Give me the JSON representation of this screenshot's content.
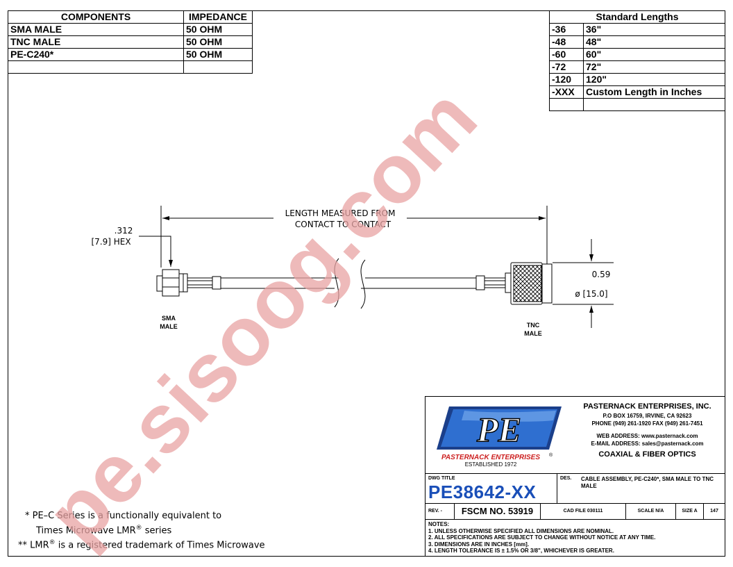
{
  "components_table": {
    "headers": [
      "COMPONENTS",
      "IMPEDANCE"
    ],
    "rows": [
      [
        "SMA MALE",
        "50 OHM"
      ],
      [
        "TNC MALE",
        "50 OHM"
      ],
      [
        "PE-C240*",
        "50 OHM"
      ],
      [
        "",
        ""
      ]
    ]
  },
  "lengths_table": {
    "header": "Standard Lengths",
    "rows": [
      [
        "-36",
        "36\""
      ],
      [
        "-48",
        "48\""
      ],
      [
        "-60",
        "60\""
      ],
      [
        "-72",
        "72\""
      ],
      [
        "-120",
        "120\""
      ],
      [
        "-XXX",
        "Custom Length in Inches"
      ],
      [
        "",
        ""
      ]
    ]
  },
  "drawing": {
    "length_label_1": "LENGTH MEASURED FROM",
    "length_label_2": "CONTACT TO CONTACT",
    "hex_label_1": ".312",
    "hex_label_2": "[7.9] HEX",
    "dia_label_1": "0.59",
    "dia_label_2": "ø [15.0]",
    "left_connector_1": "SMA",
    "left_connector_2": "MALE",
    "right_connector_1": "TNC",
    "right_connector_2": "MALE"
  },
  "footnotes": {
    "line1": "* PE–C Series is a functionally equivalent to",
    "line2_pre": "Times Microwave LMR",
    "line2_post": " series",
    "line3_pre": "** LMR",
    "line3_post": " is a registered trademark of Times Microwave",
    "reg": "®"
  },
  "title_block": {
    "logo_text": "PE",
    "brand": "PASTERNACK ENTERPRISES",
    "brand_reg": "®",
    "established": "ESTABLISHED 1972",
    "company_name": "PASTERNACK ENTERPRISES, INC.",
    "address": "P.O BOX 16759, IRVINE, CA 92623",
    "phone": "PHONE (949) 261-1920 FAX (949) 261-7451",
    "web": "WEB ADDRESS: www.pasternack.com",
    "email": "E-MAIL ADDRESS: sales@pasternack.com",
    "tagline": "COAXIAL & FIBER OPTICS",
    "dwg_title_label": "DWG TITLE",
    "dwg_number": "PE38642-XX",
    "des_label": "DES.",
    "description": "CABLE ASSEMBLY, PE-C240*, SMA MALE TO TNC MALE",
    "rev_label": "REV. -",
    "fscm": "FSCM NO. 53919",
    "cad_file": "CAD FILE  030111",
    "scale": "SCALE N/A",
    "size": "SIZE A",
    "sheet": "147",
    "notes_label": "NOTES:",
    "notes": [
      "1. UNLESS OTHERWISE SPECIFIED ALL DIMENSIONS ARE NOMINAL.",
      "2. ALL SPECIFICATIONS ARE SUBJECT TO CHANGE WITHOUT NOTICE AT ANY TIME.",
      "3. DIMENSIONS ARE IN INCHES [mm].",
      "4. LENGTH TOLERANCE IS ± 1.5% OR 3/8\", WHICHEVER IS GREATER."
    ]
  },
  "watermark": "pe.sisoog.com",
  "colors": {
    "logo_blue": "#2f6fd0",
    "brand_red": "#cc1f1f",
    "watermark": "#e8a3a3"
  }
}
